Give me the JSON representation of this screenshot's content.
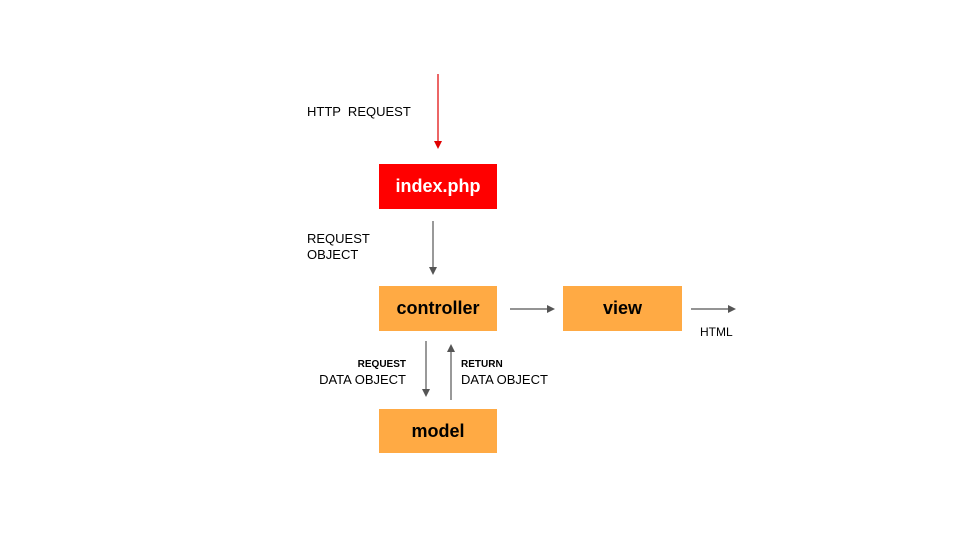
{
  "nodes": {
    "index": {
      "label": "index.php"
    },
    "controller": {
      "label": "controller"
    },
    "view": {
      "label": "view"
    },
    "model": {
      "label": "model"
    }
  },
  "labels": {
    "http_request": "HTTP  REQUEST",
    "request_object_line1": "REQUEST",
    "request_object_line2": "OBJECT",
    "request_data_line1": "REQUEST",
    "request_data_line2": "DATA OBJECT",
    "return_data_line1": "RETURN",
    "return_data_line2": "DATA OBJECT",
    "html": "HTML"
  },
  "colors": {
    "entry_node": "#ff0000",
    "component_node": "#ffaa44",
    "entry_arrow": "#e00000",
    "flow_arrow": "#555555"
  }
}
